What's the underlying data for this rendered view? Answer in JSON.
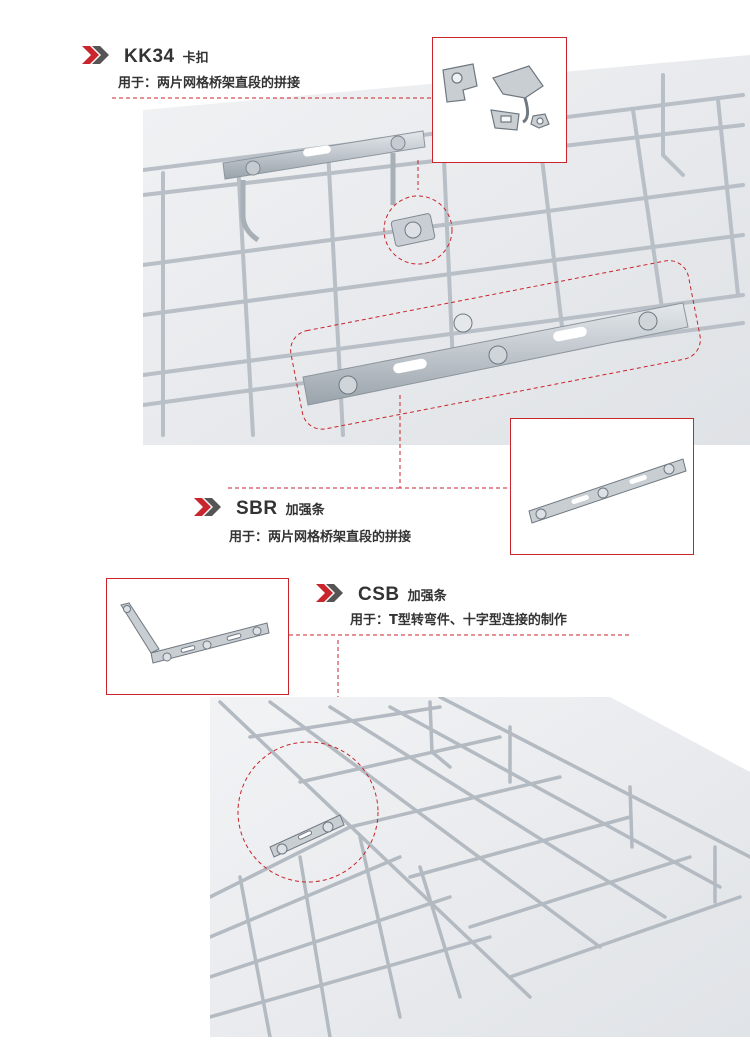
{
  "sections": [
    {
      "code": "KK34",
      "name": "卡扣",
      "usage": "用于：两片网格桥架直段的拼接"
    },
    {
      "code": "SBR",
      "name": "加强条",
      "usage": "用于：两片网格桥架直段的拼接"
    },
    {
      "code": "CSB",
      "name": "加强条",
      "usage": "用于：T型转弯件、十字型连接的制作"
    }
  ],
  "colors": {
    "accent": "#c9252c",
    "chevron_dark": "#555555",
    "text": "#333333",
    "wire": "#b8bfc6"
  },
  "icons": [
    "chevron-arrow-icon"
  ]
}
